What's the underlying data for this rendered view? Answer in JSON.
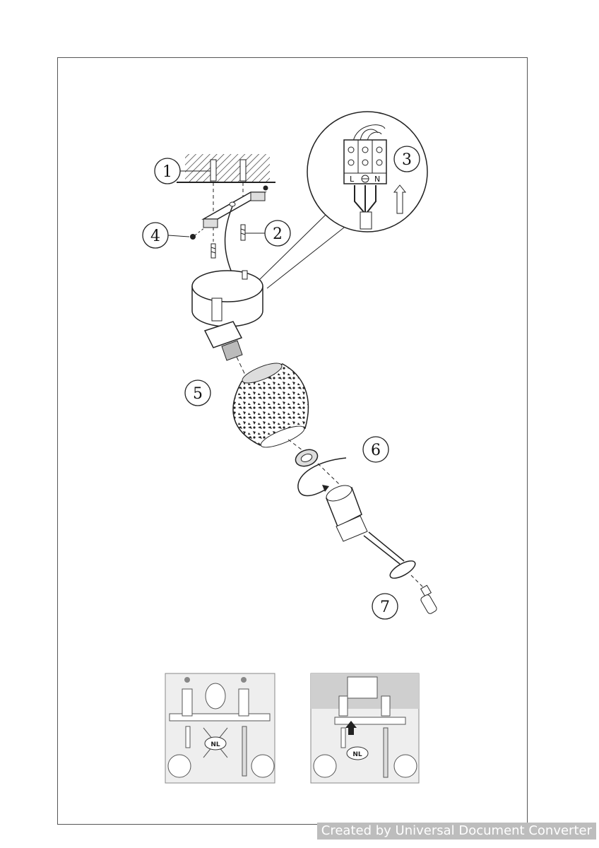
{
  "callouts": [
    "1",
    "2",
    "3",
    "4",
    "5",
    "6",
    "7"
  ],
  "terminal_labels": {
    "live": "L",
    "neutral": "N"
  },
  "badges": {
    "left_panel": "NL",
    "right_panel": "NL"
  },
  "watermark": "Created by Universal Document Converter",
  "colors": {
    "line": "#222222",
    "panel_bg": "#eeeeee",
    "panel_shade": "#cfcfcf",
    "watermark_bg": "#bdbdbd"
  }
}
